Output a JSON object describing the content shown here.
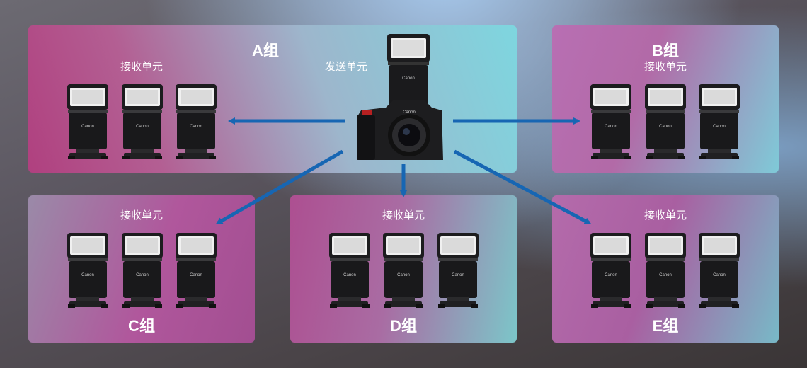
{
  "transmitter": {
    "label": "发送单元"
  },
  "groups": {
    "a": {
      "title": "A组",
      "receiver_label": "接收单元"
    },
    "b": {
      "title": "B组",
      "receiver_label": "接收单元"
    },
    "c": {
      "title": "C组",
      "receiver_label": "接收单元"
    },
    "d": {
      "title": "D组",
      "receiver_label": "接收单元"
    },
    "e": {
      "title": "E组",
      "receiver_label": "接收单元"
    }
  },
  "brand": "Canon",
  "colors": {
    "arrow": "#1766b3"
  }
}
